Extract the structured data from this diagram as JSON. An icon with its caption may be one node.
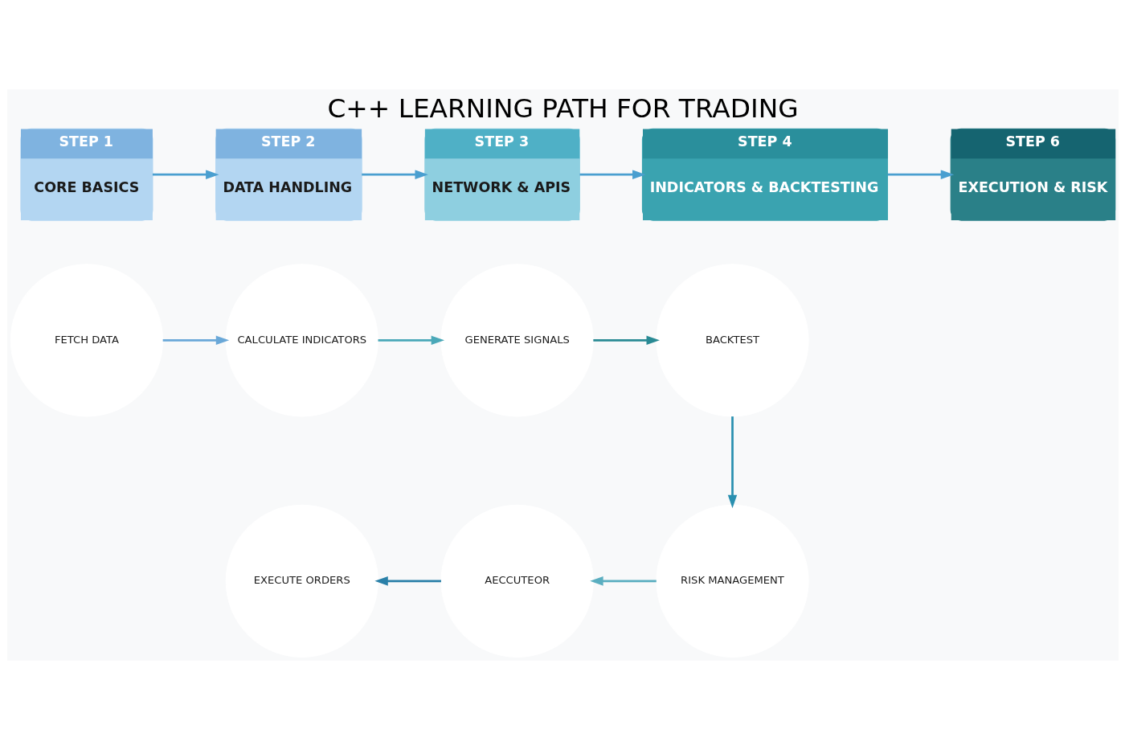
{
  "diagram": {
    "title": "C++ LEARNING PATH FOR TRADING",
    "nodes": [
      {
        "text": [
          "STEP 1",
          "CORE BASICS"
        ]
      },
      {
        "text": [
          "STEP 2",
          "DATA HANDLING"
        ]
      },
      {
        "text": [
          "STEP 3",
          "NETWORK & APIS"
        ]
      },
      {
        "text": [
          "STEP 4",
          "INDICATORS & BACKTESTING"
        ]
      },
      {
        "text": [
          "STEP 6",
          "EXECUTION & RISK"
        ]
      },
      {
        "text": [
          "FETCH DATA"
        ]
      },
      {
        "text": [
          "CALCULATE INDICATORS"
        ]
      },
      {
        "text": [
          "GENERATE SIGNALS"
        ]
      },
      {
        "text": [
          "BACKTEST"
        ]
      },
      {
        "text": [
          "EXECUTE ORDERS"
        ]
      },
      {
        "text": [
          "AECCUTEOR"
        ]
      },
      {
        "text": [
          "RISK MANAGEMENT"
        ]
      }
    ],
    "edges": [
      {
        "from": 0,
        "to": 1,
        "arrow": "to"
      },
      {
        "from": 1,
        "to": 2,
        "arrow": "to"
      },
      {
        "from": 2,
        "to": 3,
        "arrow": "to"
      },
      {
        "from": 3,
        "to": 4,
        "arrow": "to"
      },
      {
        "from": 5,
        "to": 6,
        "arrow": "to",
        "color": "#6aa8d8"
      },
      {
        "from": 6,
        "to": 7,
        "arrow": "to",
        "color": "#4aa8b8"
      },
      {
        "from": 7,
        "to": 8,
        "arrow": "to",
        "color": "#2a8a94"
      },
      {
        "from": 8,
        "to": 11,
        "arrow": "to",
        "color": "#2a90b0"
      },
      {
        "from": 11,
        "to": 10,
        "arrow": "to",
        "color": "#5aaec0"
      },
      {
        "from": 10,
        "to": 9,
        "arrow": "to",
        "color": "#2a80a8"
      }
    ]
  }
}
